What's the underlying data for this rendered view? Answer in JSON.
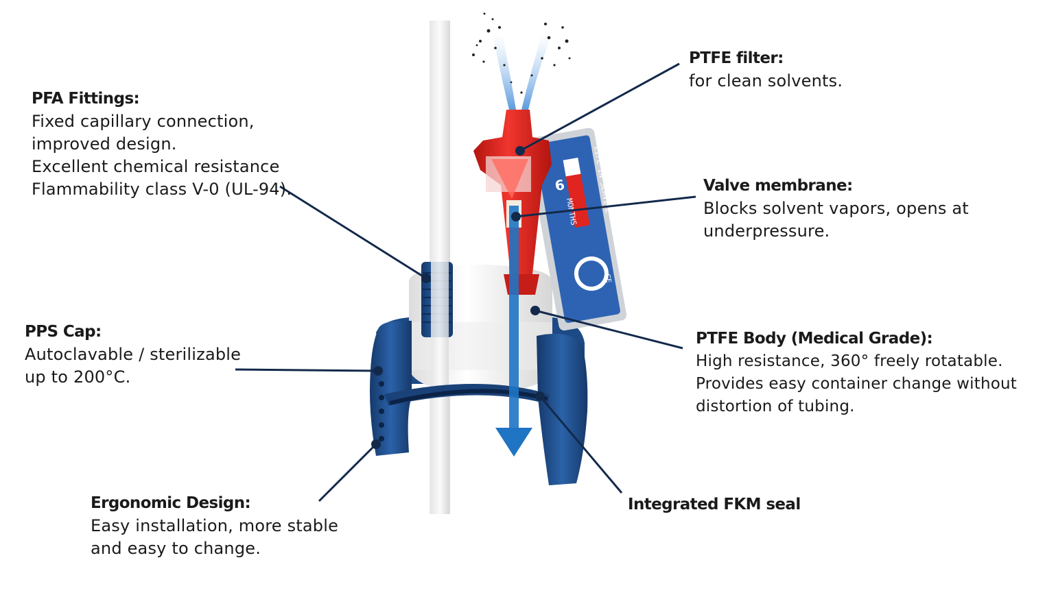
{
  "colors": {
    "leader": "#13294b",
    "cap_blue": "#1f4e8c",
    "cap_blue_dark": "#16396a",
    "body_white": "#f1f1f1",
    "filter_red": "#e02420",
    "filter_red_dark": "#a9120f",
    "flow_arrow": "#1f74c4",
    "label_blue": "#2e63b4"
  },
  "callouts": {
    "pfa_fittings": {
      "title": "PFA Fittings:",
      "lines": [
        "Fixed capillary connection,",
        "improved design.",
        "Excellent chemical resistance",
        "Flammability class V-0 (UL-94)."
      ]
    },
    "pps_cap": {
      "title": "PPS Cap:",
      "lines": [
        "Autoclavable / sterilizable",
        "up to 200°C."
      ]
    },
    "ergonomic_design": {
      "title": "Ergonomic Design:",
      "lines": [
        "Easy installation, more stable",
        "and easy to change."
      ]
    },
    "ptfe_filter": {
      "title": "PTFE filter:",
      "lines": [
        "for clean solvents."
      ]
    },
    "valve_membrane": {
      "title": "Valve membrane:",
      "lines": [
        "Blocks solvent vapors, opens at",
        "underpressure."
      ]
    },
    "ptfe_body": {
      "title": "PTFE Body (Medical Grade):",
      "lines": [
        "High resistance, 360° freely rotatable.",
        "Provides easy container change without",
        "distortion of tubing."
      ]
    },
    "fkm_seal": {
      "title": "Integrated FKM seal",
      "lines": []
    }
  },
  "service_label": {
    "months": "6",
    "months_text": "MONTHS",
    "life_text": "LIFE IN SERVICE",
    "marking": "CE"
  }
}
